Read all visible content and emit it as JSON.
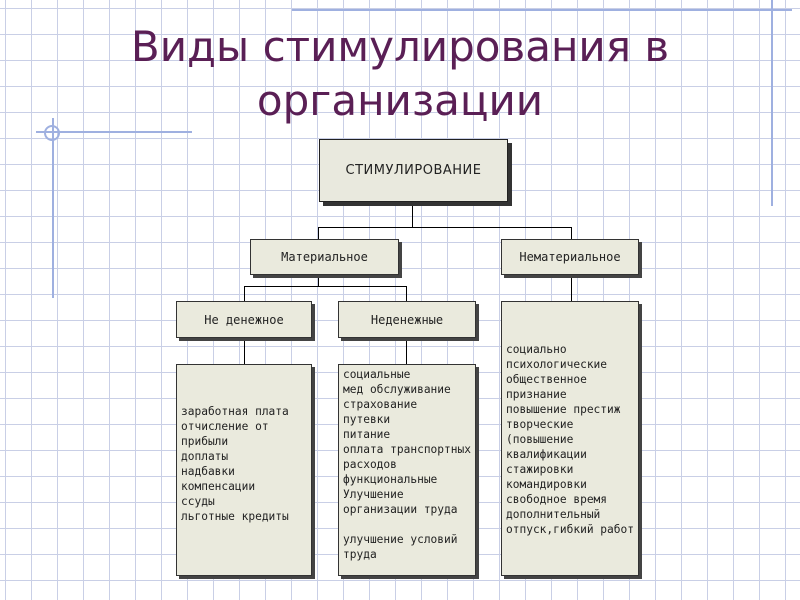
{
  "slide": {
    "title_line1": "Виды стимулирования в",
    "title_line2": "организации"
  },
  "diagram": {
    "root": "СТИМУЛИРОВАНИЕ",
    "material": "Материальное",
    "nonmaterial": "Нематериальное",
    "monetary": "Не денежное",
    "nonmonetary": "Неденежные",
    "monetary_items": [
      "заработная плата",
      "отчисление от",
      "прибыли",
      "доплаты",
      "надбавки",
      "компенсации",
      "ссуды",
      "льготные кредиты"
    ],
    "nonmonetary_items": [
      "социальные",
      "мед обслуживание",
      "страхование",
      "путевки",
      "питание",
      "оплата транспортных",
      "расходов",
      "функциональные",
      "Улучшение",
      "организации труда",
      "",
      "улучшение условий",
      "труда"
    ],
    "nonmaterial_items": [
      "социально",
      "психологические",
      "общественное",
      "признание",
      "повышение престиж",
      "творческие",
      "(повышение",
      "квалификации",
      "стажировки",
      "командировки",
      "свободное время",
      "дополнительный",
      "отпуск,гибкий работ"
    ]
  }
}
